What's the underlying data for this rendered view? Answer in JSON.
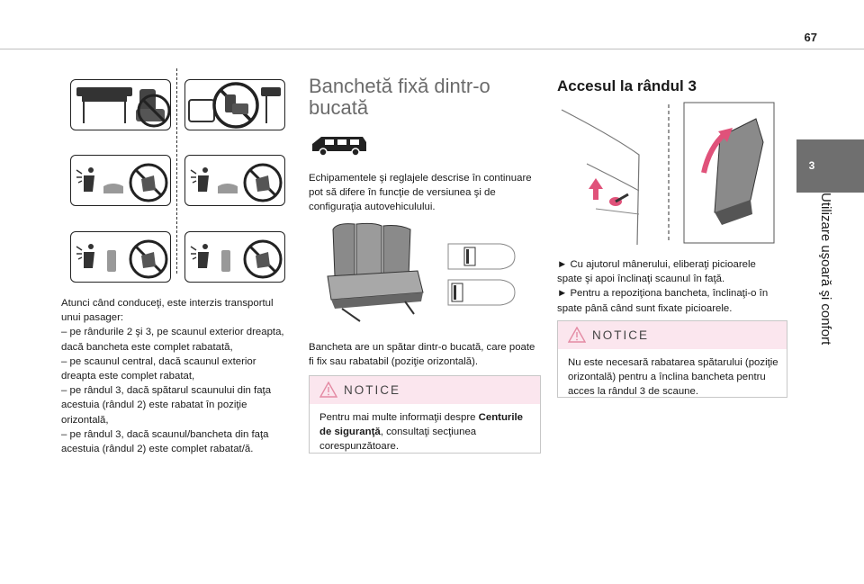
{
  "page": {
    "number": "67",
    "side_tab": {
      "number": "3",
      "label": "Utilizare uşoară şi confort"
    }
  },
  "col1": {
    "paragraph_intro": "Atunci când conduceţi, este interzis transportul unui pasager:",
    "items": [
      "– pe rândurile 2 şi 3, pe scaunul exterior dreapta, dacă bancheta este complet rabatată,",
      "– pe scaunul central, dacă scaunul exterior dreapta este complet rabatat,",
      "– pe rândul 3, dacă spătarul scaunului din faţa acestuia (rândul 2) este rabatat în poziţie orizontală,",
      "– pe rândul 3, dacă scaunul/bancheta din faţa acestuia (rândul 2) este complet rabatat/ă."
    ]
  },
  "col2": {
    "title": "Banchetă fixă dintr-o bucată",
    "intro": "Echipamentele şi reglajele descrise în continuare pot să difere în funcţie de versiunea şi de configuraţia autovehiculului.",
    "caption": "Bancheta are un spătar dintr-o bucată, care poate fi fix sau rabatabil (poziţie orizontală).",
    "notice": {
      "label": "NOTICE",
      "text_before": "Pentru mai multe informaţii despre ",
      "text_bold": "Centurile de siguranţă",
      "text_after": ", consultaţi secţiunea corespunzătoare."
    }
  },
  "col3": {
    "title": "Accesul la rândul 3",
    "steps": [
      "► Cu ajutorul mânerului, eliberaţi picioarele spate şi apoi înclinaţi scaunul în faţă.",
      "► Pentru a repoziţiona bancheta, înclinaţi-o în spate până când sunt fixate picioarele."
    ],
    "notice": {
      "label": "NOTICE",
      "text": "Nu este necesară rabatarea spătarului (poziţie orizontală) pentru a înclina bancheta pentru acces la rândul 3 de scaune."
    }
  },
  "colors": {
    "side_tab": "#6f6f6f",
    "notice_header": "#fbe6ee",
    "notice_icon": "#e48aa3"
  }
}
